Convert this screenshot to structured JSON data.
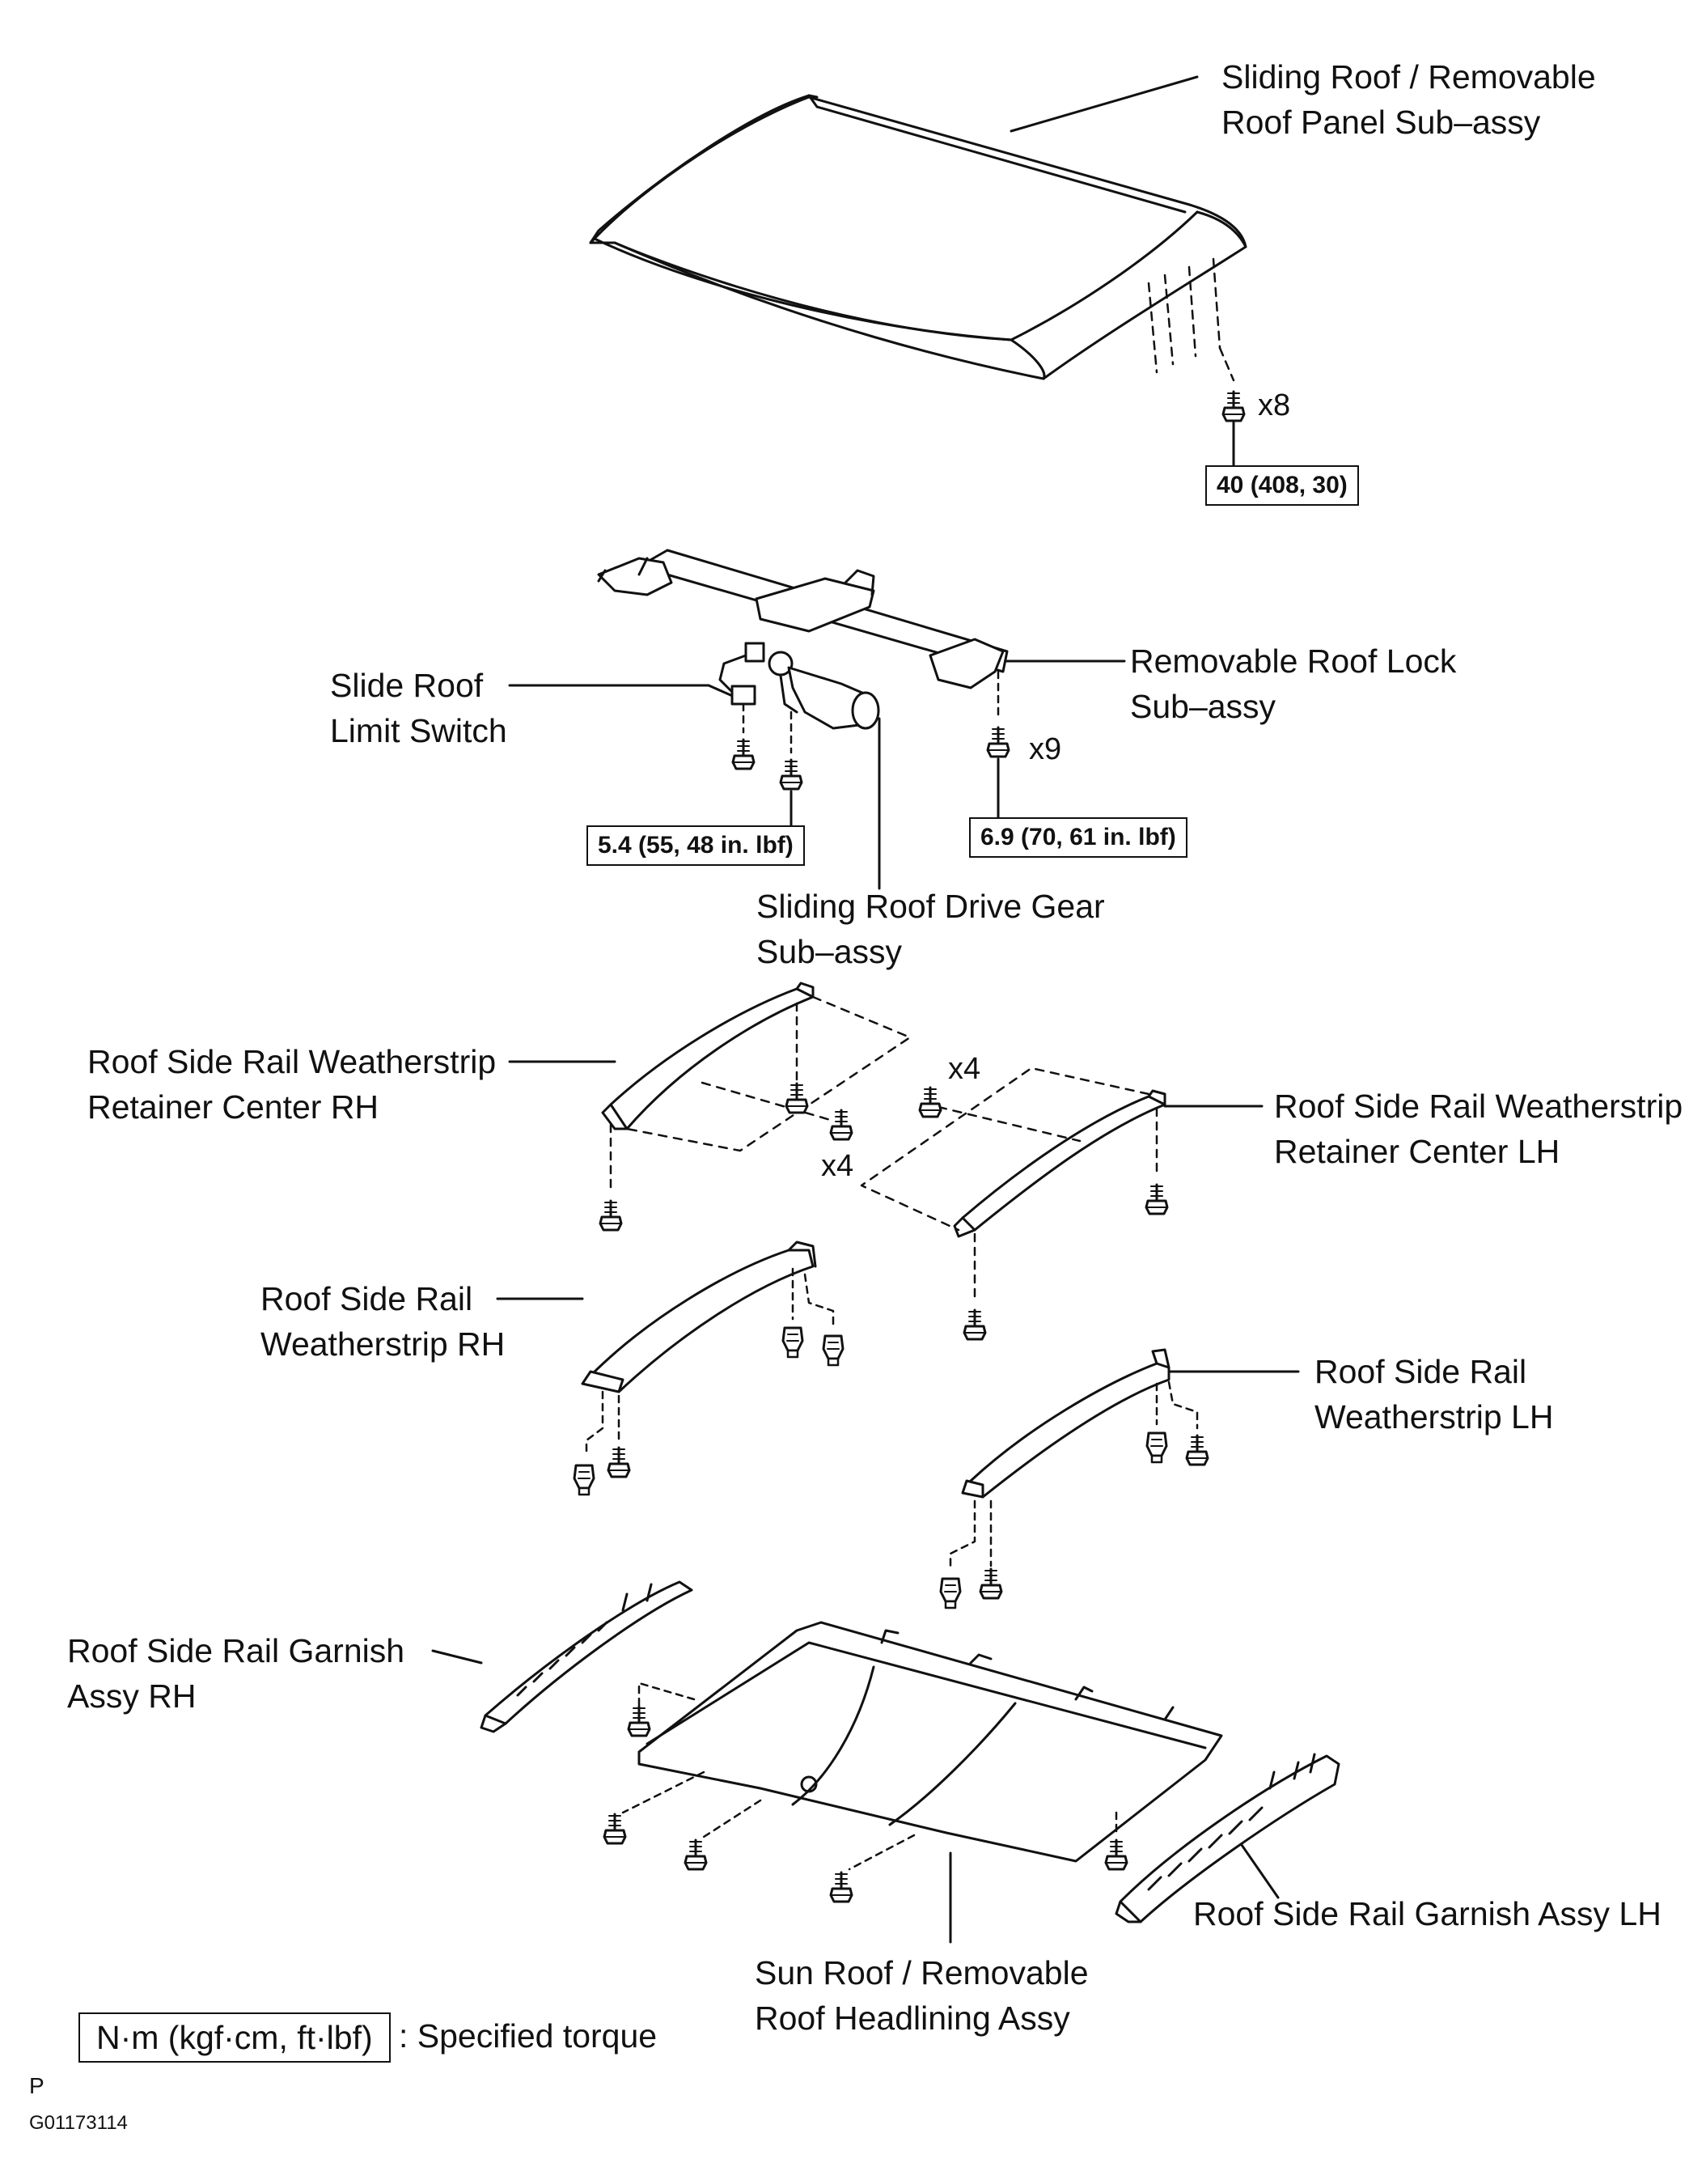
{
  "labels": {
    "roof_panel": [
      "Sliding Roof / Removable",
      "Roof Panel Sub–assy"
    ],
    "roof_lock": [
      "Removable Roof Lock",
      "Sub–assy"
    ],
    "limit_switch": [
      "Slide Roof",
      "Limit Switch"
    ],
    "drive_gear": [
      "Sliding Roof Drive Gear",
      "Sub–assy"
    ],
    "retainer_rh": [
      "Roof Side Rail Weatherstrip",
      "Retainer Center RH"
    ],
    "retainer_lh": [
      "Roof Side Rail Weatherstrip",
      "Retainer Center LH"
    ],
    "weatherstrip_rh": [
      "Roof Side Rail",
      "Weatherstrip RH"
    ],
    "weatherstrip_lh": [
      "Roof Side Rail",
      "Weatherstrip LH"
    ],
    "garnish_rh": [
      "Roof Side Rail Garnish",
      "Assy RH"
    ],
    "garnish_lh": [
      "Roof Side Rail Garnish Assy LH"
    ],
    "headlining": [
      "Sun Roof / Removable",
      "Roof Headlining Assy"
    ]
  },
  "torques": {
    "panel_bolt": "40 (408, 30)",
    "drive_gear_bolt": "5.4 (55, 48 in. lbf)",
    "lock_bolt": "6.9 (70, 61 in. lbf)"
  },
  "quantities": {
    "panel_bolts": "x8",
    "lock_bolts": "x9",
    "retainer_screws_a": "x4",
    "retainer_screws_b": "x4"
  },
  "legend": {
    "box": "N·m (kgf·cm, ft·lbf)",
    "text": ": Specified torque"
  },
  "footer": {
    "letter": "P",
    "code": "G01173114"
  }
}
